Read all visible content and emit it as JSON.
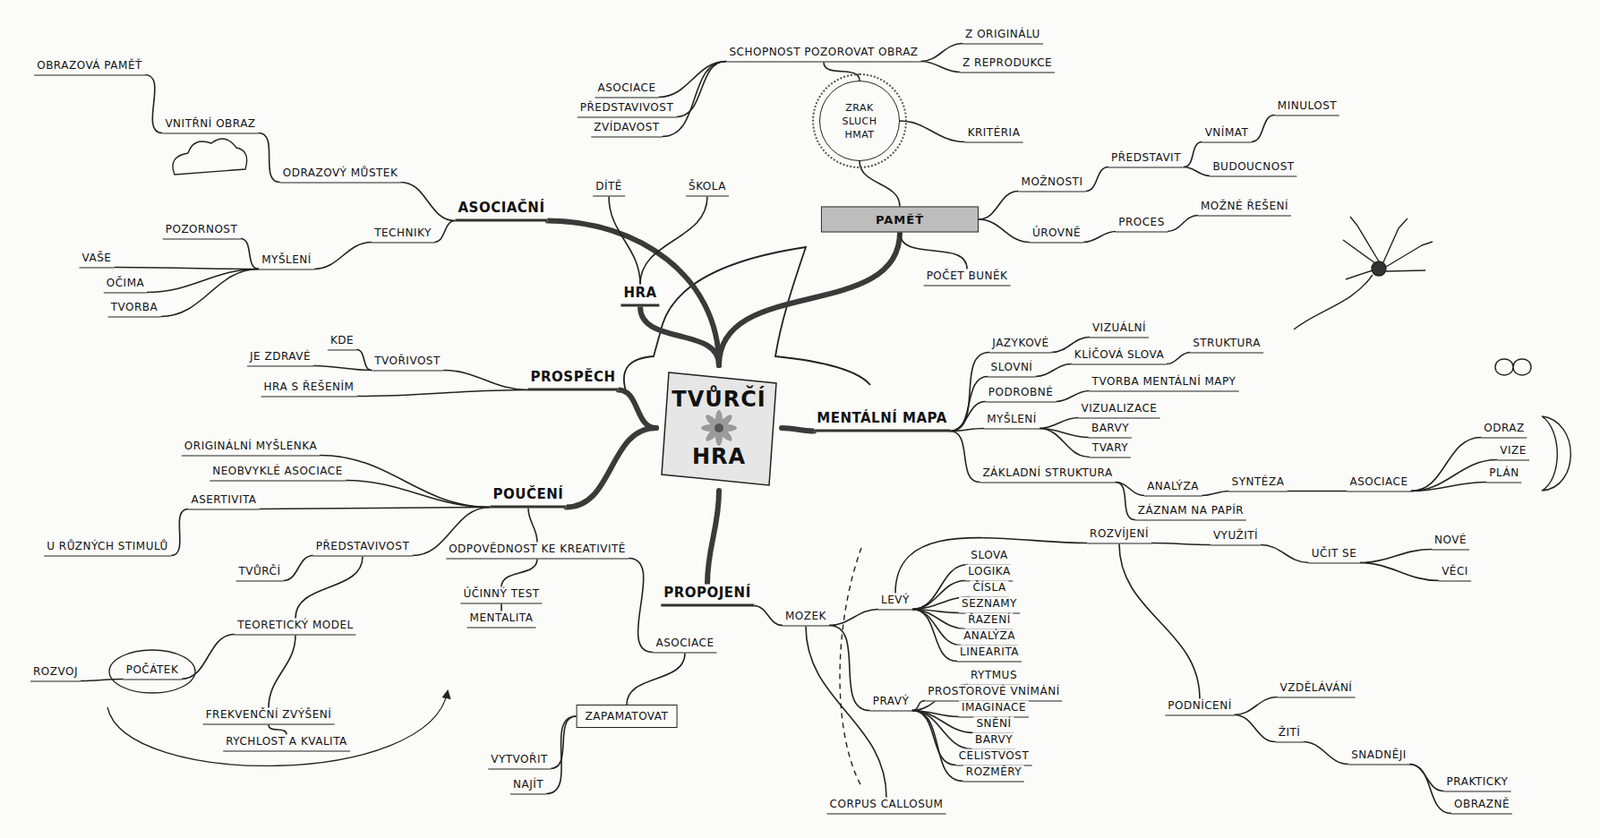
{
  "diagram": {
    "nodes": [
      {
        "text": [
          "TVŮRČÍ HRA"
        ]
      },
      {
        "text": [
          "PROSPĚCH"
        ]
      },
      {
        "text": [
          "TVOŘIVOST"
        ]
      },
      {
        "text": [
          "KDE"
        ]
      },
      {
        "text": [
          "JE ZDRAVÉ"
        ]
      },
      {
        "text": [
          "HRA S ŘEŠENÍM"
        ]
      },
      {
        "text": [
          "ASOCIAČNÍ"
        ]
      },
      {
        "text": [
          "TECHNIKY"
        ]
      },
      {
        "text": [
          "MYŠLENÍ"
        ]
      },
      {
        "text": [
          "POZORNOST"
        ]
      },
      {
        "text": [
          "VAŠE"
        ]
      },
      {
        "text": [
          "OČIMA"
        ]
      },
      {
        "text": [
          "TVORBA"
        ]
      },
      {
        "text": [
          "ODRAZOVÝ MŮSTEK"
        ]
      },
      {
        "text": [
          "VNITŘNÍ OBRAZ"
        ]
      },
      {
        "text": [
          "OBRAZOVÁ PAMĚŤ"
        ]
      },
      {
        "text": [
          "HRA"
        ]
      },
      {
        "text": [
          "DÍTĚ"
        ]
      },
      {
        "text": [
          "ŠKOLA"
        ]
      },
      {
        "text": [
          "PAMĚŤ"
        ]
      },
      {
        "text": [
          "ZRAK",
          "SLUCH",
          "HMAT"
        ]
      },
      {
        "text": [
          "KRITÉRIA"
        ]
      },
      {
        "text": [
          "SCHOPNOST POZOROVAT OBRAZ"
        ]
      },
      {
        "text": [
          "Z ORIGINÁLU"
        ]
      },
      {
        "text": [
          "Z REPRODUKCE"
        ]
      },
      {
        "text": [
          "ASOCIACE"
        ]
      },
      {
        "text": [
          "PŘEDSTAVIVOST"
        ]
      },
      {
        "text": [
          "ZVÍDAVOST"
        ]
      },
      {
        "text": [
          "MOŽNOSTI"
        ]
      },
      {
        "text": [
          "PŘEDSTAVIT"
        ]
      },
      {
        "text": [
          "VNÍMAT"
        ]
      },
      {
        "text": [
          "MINULOST"
        ]
      },
      {
        "text": [
          "BUDOUCNOST"
        ]
      },
      {
        "text": [
          "POČET BUNĚK"
        ]
      },
      {
        "text": [
          "ÚROVNĚ"
        ]
      },
      {
        "text": [
          "PROCES"
        ]
      },
      {
        "text": [
          "MOŽNÉ ŘEŠENÍ"
        ]
      },
      {
        "text": [
          "MENTÁLNÍ MAPA"
        ]
      },
      {
        "text": [
          "JAZYKOVÉ"
        ]
      },
      {
        "text": [
          "VIZUÁLNÍ"
        ]
      },
      {
        "text": [
          "SLOVNÍ"
        ]
      },
      {
        "text": [
          "KLÍČOVÁ SLOVA"
        ]
      },
      {
        "text": [
          "STRUKTURA"
        ]
      },
      {
        "text": [
          "PODROBNÉ"
        ]
      },
      {
        "text": [
          "TVORBA MENTÁLNÍ MAPY"
        ]
      },
      {
        "text": [
          "MYŠLENÍ"
        ]
      },
      {
        "text": [
          "VIZUALIZACE"
        ]
      },
      {
        "text": [
          "BARVY"
        ]
      },
      {
        "text": [
          "TVARY"
        ]
      },
      {
        "text": [
          "ZÁKLADNÍ STRUKTURA"
        ]
      },
      {
        "text": [
          "ANALÝZA"
        ]
      },
      {
        "text": [
          "SYNTÉZA"
        ]
      },
      {
        "text": [
          "ZÁZNAM NA PAPÍR"
        ]
      },
      {
        "text": [
          "ASOCIACE"
        ]
      },
      {
        "text": [
          "ODRAZ"
        ]
      },
      {
        "text": [
          "VIZE"
        ]
      },
      {
        "text": [
          "PLÁN"
        ]
      },
      {
        "text": [
          "PROPOJENÍ"
        ]
      },
      {
        "text": [
          "MOZEK"
        ]
      },
      {
        "text": [
          "LEVÝ"
        ]
      },
      {
        "text": [
          "SLOVA"
        ]
      },
      {
        "text": [
          "LOGIKA"
        ]
      },
      {
        "text": [
          "ČÍSLA"
        ]
      },
      {
        "text": [
          "SEZNAMY"
        ]
      },
      {
        "text": [
          "ŘAZENÍ"
        ]
      },
      {
        "text": [
          "ANALÝZA"
        ]
      },
      {
        "text": [
          "LINEARITA"
        ]
      },
      {
        "text": [
          "PRAVÝ"
        ]
      },
      {
        "text": [
          "RYTMUS"
        ]
      },
      {
        "text": [
          "PROSTOROVÉ VNÍMÁNÍ"
        ]
      },
      {
        "text": [
          "IMAGINACE"
        ]
      },
      {
        "text": [
          "SNĚNÍ"
        ]
      },
      {
        "text": [
          "BARVY"
        ]
      },
      {
        "text": [
          "CELISTVOST"
        ]
      },
      {
        "text": [
          "ROZMĚRY"
        ]
      },
      {
        "text": [
          "CORPUS CALLOSUM"
        ]
      },
      {
        "text": [
          "ROZVÍJENÍ"
        ]
      },
      {
        "text": [
          "VYUŽITÍ"
        ]
      },
      {
        "text": [
          "UČIT SE"
        ]
      },
      {
        "text": [
          "NOVÉ"
        ]
      },
      {
        "text": [
          "VĚCI"
        ]
      },
      {
        "text": [
          "PODNÍCENÍ"
        ]
      },
      {
        "text": [
          "VZDĚLÁVÁNÍ"
        ]
      },
      {
        "text": [
          "ŽITÍ"
        ]
      },
      {
        "text": [
          "SNADNĚJI"
        ]
      },
      {
        "text": [
          "PRAKTICKY"
        ]
      },
      {
        "text": [
          "OBRAZNĚ"
        ]
      },
      {
        "text": [
          "POUČENÍ"
        ]
      },
      {
        "text": [
          "ORIGINÁLNÍ MYŠLENKA"
        ]
      },
      {
        "text": [
          "NEOBVYKLÉ ASOCIACE"
        ]
      },
      {
        "text": [
          "ASERTIVITA"
        ]
      },
      {
        "text": [
          "U RŮZNÝCH STIMULŮ"
        ]
      },
      {
        "text": [
          "PŘEDSTAVIVOST"
        ]
      },
      {
        "text": [
          "TVŮRČÍ"
        ]
      },
      {
        "text": [
          "ODPOVĚDNOST KE KREATIVITĚ"
        ]
      },
      {
        "text": [
          "ÚČINNÝ TEST"
        ]
      },
      {
        "text": [
          "MENTALITA"
        ]
      },
      {
        "text": [
          "ASOCIACE"
        ]
      },
      {
        "text": [
          "ZAPAMATOVAT"
        ]
      },
      {
        "text": [
          "VYTVOŘIT"
        ]
      },
      {
        "text": [
          "NAJÍT"
        ]
      },
      {
        "text": [
          "TEORETICKÝ MODEL"
        ]
      },
      {
        "text": [
          "POČÁTEK"
        ]
      },
      {
        "text": [
          "ROZVOJ"
        ]
      },
      {
        "text": [
          "FREKVENČNÍ ZVÝŠENÍ"
        ]
      },
      {
        "text": [
          "RYCHLOST A KVALITA"
        ]
      }
    ],
    "edges": [
      {
        "from": 0,
        "to": 1,
        "arrow": "none"
      },
      {
        "from": 1,
        "to": 2,
        "arrow": "none"
      },
      {
        "from": 2,
        "to": 3,
        "arrow": "none"
      },
      {
        "from": 2,
        "to": 4,
        "arrow": "none"
      },
      {
        "from": 1,
        "to": 5,
        "arrow": "none"
      },
      {
        "from": 0,
        "to": 6,
        "arrow": "none"
      },
      {
        "from": 6,
        "to": 7,
        "arrow": "none"
      },
      {
        "from": 7,
        "to": 8,
        "arrow": "none"
      },
      {
        "from": 8,
        "to": 9,
        "arrow": "none"
      },
      {
        "from": 8,
        "to": 10,
        "arrow": "none"
      },
      {
        "from": 8,
        "to": 11,
        "arrow": "none"
      },
      {
        "from": 8,
        "to": 12,
        "arrow": "none"
      },
      {
        "from": 6,
        "to": 13,
        "arrow": "none"
      },
      {
        "from": 13,
        "to": 14,
        "arrow": "none"
      },
      {
        "from": 14,
        "to": 15,
        "arrow": "none"
      },
      {
        "from": 0,
        "to": 16,
        "arrow": "none"
      },
      {
        "from": 16,
        "to": 17,
        "arrow": "none"
      },
      {
        "from": 16,
        "to": 18,
        "arrow": "none"
      },
      {
        "from": 0,
        "to": 19,
        "arrow": "none"
      },
      {
        "from": 19,
        "to": 20,
        "arrow": "none"
      },
      {
        "from": 20,
        "to": 21,
        "arrow": "none"
      },
      {
        "from": 20,
        "to": 22,
        "arrow": "none"
      },
      {
        "from": 22,
        "to": 23,
        "arrow": "none"
      },
      {
        "from": 22,
        "to": 24,
        "arrow": "none"
      },
      {
        "from": 22,
        "to": 25,
        "arrow": "none"
      },
      {
        "from": 22,
        "to": 26,
        "arrow": "none"
      },
      {
        "from": 22,
        "to": 27,
        "arrow": "none"
      },
      {
        "from": 19,
        "to": 28,
        "arrow": "none"
      },
      {
        "from": 28,
        "to": 29,
        "arrow": "none"
      },
      {
        "from": 29,
        "to": 30,
        "arrow": "none"
      },
      {
        "from": 30,
        "to": 31,
        "arrow": "none"
      },
      {
        "from": 29,
        "to": 32,
        "arrow": "none"
      },
      {
        "from": 19,
        "to": 33,
        "arrow": "none"
      },
      {
        "from": 19,
        "to": 34,
        "arrow": "none"
      },
      {
        "from": 34,
        "to": 35,
        "arrow": "none"
      },
      {
        "from": 35,
        "to": 36,
        "arrow": "none"
      },
      {
        "from": 0,
        "to": 37,
        "arrow": "none"
      },
      {
        "from": 37,
        "to": 38,
        "arrow": "none"
      },
      {
        "from": 38,
        "to": 39,
        "arrow": "none"
      },
      {
        "from": 37,
        "to": 40,
        "arrow": "none"
      },
      {
        "from": 40,
        "to": 41,
        "arrow": "none"
      },
      {
        "from": 41,
        "to": 42,
        "arrow": "none"
      },
      {
        "from": 37,
        "to": 43,
        "arrow": "none"
      },
      {
        "from": 43,
        "to": 44,
        "arrow": "none"
      },
      {
        "from": 37,
        "to": 45,
        "arrow": "none"
      },
      {
        "from": 45,
        "to": 46,
        "arrow": "none"
      },
      {
        "from": 45,
        "to": 47,
        "arrow": "none"
      },
      {
        "from": 45,
        "to": 48,
        "arrow": "none"
      },
      {
        "from": 37,
        "to": 49,
        "arrow": "none"
      },
      {
        "from": 49,
        "to": 50,
        "arrow": "none"
      },
      {
        "from": 50,
        "to": 51,
        "arrow": "none"
      },
      {
        "from": 49,
        "to": 52,
        "arrow": "none"
      },
      {
        "from": 51,
        "to": 53,
        "arrow": "none"
      },
      {
        "from": 53,
        "to": 54,
        "arrow": "none"
      },
      {
        "from": 53,
        "to": 55,
        "arrow": "none"
      },
      {
        "from": 53,
        "to": 56,
        "arrow": "none"
      },
      {
        "from": 0,
        "to": 57,
        "arrow": "none"
      },
      {
        "from": 57,
        "to": 58,
        "arrow": "none"
      },
      {
        "from": 58,
        "to": 59,
        "arrow": "none"
      },
      {
        "from": 59,
        "to": 60,
        "arrow": "none"
      },
      {
        "from": 59,
        "to": 61,
        "arrow": "none"
      },
      {
        "from": 59,
        "to": 62,
        "arrow": "none"
      },
      {
        "from": 59,
        "to": 63,
        "arrow": "none"
      },
      {
        "from": 59,
        "to": 64,
        "arrow": "none"
      },
      {
        "from": 59,
        "to": 65,
        "arrow": "none"
      },
      {
        "from": 59,
        "to": 66,
        "arrow": "none"
      },
      {
        "from": 58,
        "to": 67,
        "arrow": "none"
      },
      {
        "from": 67,
        "to": 68,
        "arrow": "none"
      },
      {
        "from": 67,
        "to": 69,
        "arrow": "none"
      },
      {
        "from": 67,
        "to": 70,
        "arrow": "none"
      },
      {
        "from": 67,
        "to": 71,
        "arrow": "none"
      },
      {
        "from": 67,
        "to": 72,
        "arrow": "none"
      },
      {
        "from": 67,
        "to": 73,
        "arrow": "none"
      },
      {
        "from": 67,
        "to": 74,
        "arrow": "none"
      },
      {
        "from": 58,
        "to": 75,
        "arrow": "none"
      },
      {
        "from": 59,
        "to": 76,
        "arrow": "none"
      },
      {
        "from": 76,
        "to": 77,
        "arrow": "none"
      },
      {
        "from": 77,
        "to": 78,
        "arrow": "none"
      },
      {
        "from": 78,
        "to": 79,
        "arrow": "none"
      },
      {
        "from": 78,
        "to": 80,
        "arrow": "none"
      },
      {
        "from": 76,
        "to": 81,
        "arrow": "none"
      },
      {
        "from": 81,
        "to": 82,
        "arrow": "none"
      },
      {
        "from": 81,
        "to": 83,
        "arrow": "none"
      },
      {
        "from": 83,
        "to": 84,
        "arrow": "none"
      },
      {
        "from": 84,
        "to": 85,
        "arrow": "none"
      },
      {
        "from": 84,
        "to": 86,
        "arrow": "none"
      },
      {
        "from": 0,
        "to": 87,
        "arrow": "none"
      },
      {
        "from": 87,
        "to": 88,
        "arrow": "none"
      },
      {
        "from": 87,
        "to": 89,
        "arrow": "none"
      },
      {
        "from": 87,
        "to": 90,
        "arrow": "none"
      },
      {
        "from": 90,
        "to": 91,
        "arrow": "none"
      },
      {
        "from": 87,
        "to": 92,
        "arrow": "none"
      },
      {
        "from": 92,
        "to": 93,
        "arrow": "none"
      },
      {
        "from": 87,
        "to": 94,
        "arrow": "none"
      },
      {
        "from": 94,
        "to": 95,
        "arrow": "none"
      },
      {
        "from": 95,
        "to": 96,
        "arrow": "none"
      },
      {
        "from": 94,
        "to": 97,
        "arrow": "none"
      },
      {
        "from": 97,
        "to": 98,
        "arrow": "none"
      },
      {
        "from": 98,
        "to": 99,
        "arrow": "none"
      },
      {
        "from": 98,
        "to": 100,
        "arrow": "none"
      },
      {
        "from": 92,
        "to": 101,
        "arrow": "none"
      },
      {
        "from": 101,
        "to": 102,
        "arrow": "none"
      },
      {
        "from": 102,
        "to": 103,
        "arrow": "none"
      },
      {
        "from": 101,
        "to": 104,
        "arrow": "none"
      },
      {
        "from": 104,
        "to": 105,
        "arrow": "none"
      }
    ]
  }
}
